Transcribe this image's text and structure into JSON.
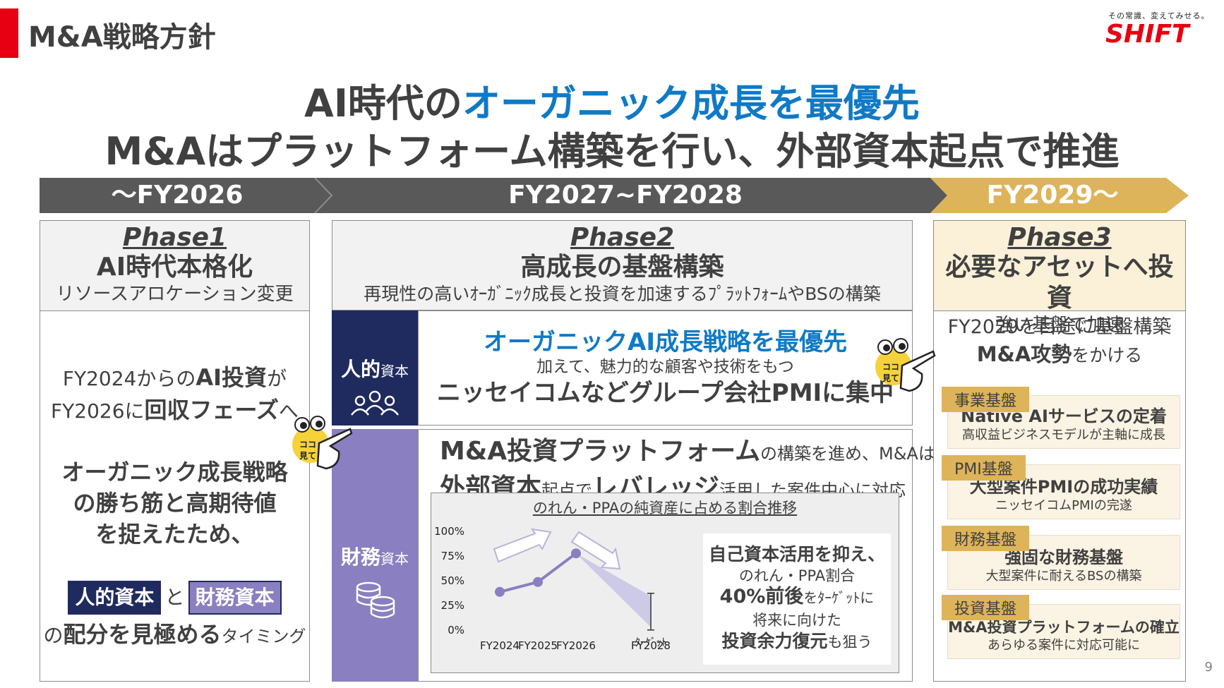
{
  "header": {
    "title": "M&A戦略方針",
    "tagline": "その常識、変えてみせる。",
    "logo": "SHIFT"
  },
  "headline": {
    "line1_a": "AI時代の",
    "line1_b": "オーガニック成長を最優先",
    "line2": "M&Aはプラットフォーム構築を行い、外部資本起点で推進"
  },
  "timeline": {
    "period1": "～FY2026",
    "period2": "FY2027~FY2028",
    "period3": "FY2029～"
  },
  "phase1": {
    "name": "Phase1",
    "title": "AI時代本格化",
    "subtitle": "リソースアロケーション変更",
    "l1_a": "FY2024からの",
    "l1_b": "AI投資",
    "l1_c": "が",
    "l2_a": "FY2026に",
    "l2_b": "回収フェーズ",
    "l2_c": "へ",
    "strategy_1": "オーガニック成長戦略",
    "strategy_2": "の勝ち筋と高期待値",
    "strategy_3": "を捉えたため、",
    "tag_human": "人的資本",
    "and": "と",
    "tag_finance": "財務資本",
    "timing_a": "の",
    "timing_b": "配分を見極める",
    "timing_c": "タイミング"
  },
  "phase2": {
    "name": "Phase2",
    "title": "高成長の基盤構築",
    "subtitle": "再現性の高いｵｰｶﾞﾆｯｸ成長と投資を加速するﾌﾟﾗｯﾄﾌｫｰﾑやBSの構築",
    "human_label_a": "人的",
    "human_label_b": "資本",
    "human_head": "オーガニックAI成長戦略を最優先",
    "human_sub": "加えて、魅力的な顧客や技術をもつ",
    "human_focus": "ニッセイコムなどグループ会社PMIに集中",
    "finance_label_a": "財務",
    "finance_label_b": "資本",
    "fin_l1_a": "M&A投資プラットフォーム",
    "fin_l1_b": "の構築を進め、M&Aは",
    "fin_l2_a": "外部資本",
    "fin_l2_b": "起点で",
    "fin_l2_c": "レバレッジ",
    "fin_l2_d": "活用した案件中心に対応",
    "callout_1": "自己資本活用を抑え、",
    "callout_2": "のれん・PPA割合",
    "callout_3a": "40%前後",
    "callout_3b": "をﾀｰｹﾞｯﾄに",
    "callout_4": "将来に向けた",
    "callout_5a": "投資余力復元",
    "callout_5b": "も狙う"
  },
  "phase3": {
    "name": "Phase3",
    "title": "必要なアセットへ投資",
    "subtitle": "強い基盤で加速",
    "lead_1": "FY2029を目途に基盤構築",
    "lead_2a": "M&A攻勢",
    "lead_2b": "をかける",
    "items": [
      {
        "tag": "事業基盤",
        "title": "Native AIサービスの定着",
        "desc": "高収益ビジネスモデルが主軸に成長"
      },
      {
        "tag": "PMI基盤",
        "title": "大型案件PMIの成功実績",
        "desc": "ニッセイコムPMIの完遂"
      },
      {
        "tag": "財務基盤",
        "title": "強固な財務基盤",
        "desc": "大型案件に耐えるBSの構築"
      },
      {
        "tag": "投資基盤",
        "title": "M&A投資プラットフォームの確立",
        "desc": "あらゆる案件に対応可能に"
      }
    ]
  },
  "mascot": {
    "text_a": "ココ",
    "text_b": "見て"
  },
  "page_number": "9",
  "colors": {
    "accent_red": "#e60012",
    "headline_blue": "#0f7ac6",
    "band_gray": "#595959",
    "band_gold": "#deb45a",
    "navy": "#1f2b5e",
    "purple": "#8a7fc0",
    "chart_line": "#8a7fc0"
  },
  "chart_data": {
    "type": "line",
    "title": "のれん・PPAの純資産に占める割合推移",
    "categories": [
      "FY2024",
      "FY2025",
      "FY2026",
      "FY2028"
    ],
    "series": [
      {
        "values": [
          38,
          48,
          77,
          null
        ]
      }
    ],
    "target": {
      "category": "FY2028",
      "value": 18,
      "label": "ﾀｰｹﾞｯﾄ"
    },
    "yticks": [
      "100%",
      "75%",
      "50%",
      "25%",
      "0%"
    ],
    "ylim": [
      0,
      100
    ],
    "grid": false
  }
}
